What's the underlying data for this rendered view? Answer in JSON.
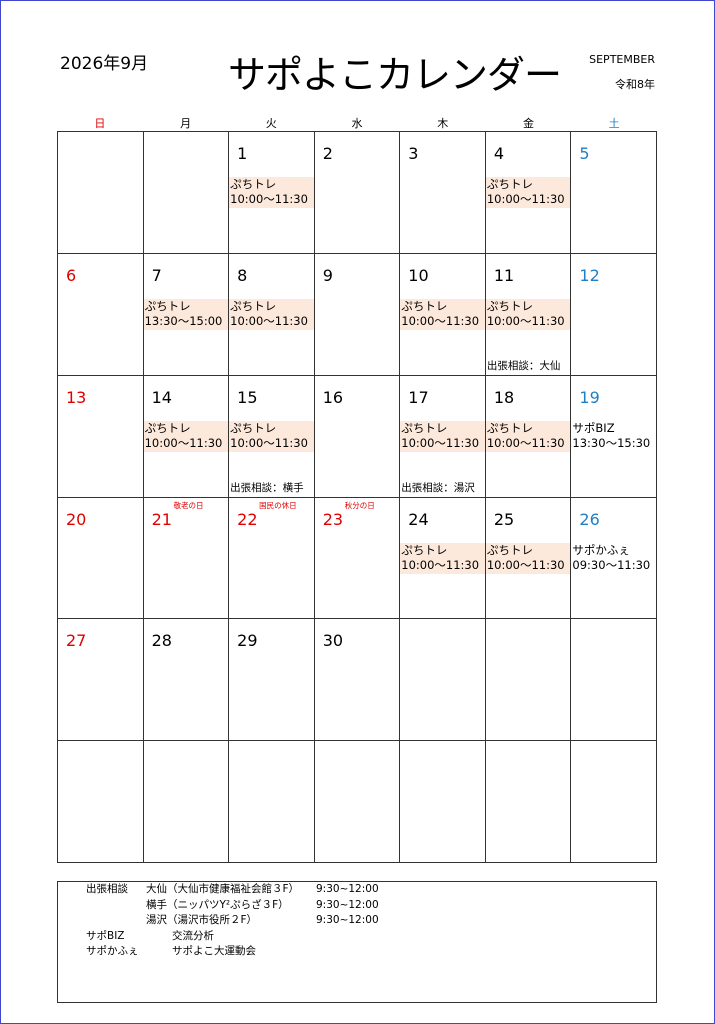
{
  "header": {
    "year_month": "2026年9月",
    "title": "サポよこカレンダー",
    "month_en": "SEPTEMBER",
    "era": "令和8年"
  },
  "weekdays": [
    "日",
    "月",
    "火",
    "水",
    "木",
    "金",
    "土"
  ],
  "colors": {
    "sunday": "#e00000",
    "saturday": "#1f7fc4",
    "event_bg": "#fde9dc",
    "frame": "#3f48cc"
  },
  "calendar": {
    "weeks": [
      [
        {
          "day": ""
        },
        {
          "day": ""
        },
        {
          "day": "1",
          "event": [
            "ぷちトレ",
            "10:00～11:30"
          ]
        },
        {
          "day": "2"
        },
        {
          "day": "3"
        },
        {
          "day": "4",
          "event": [
            "ぷちトレ",
            "10:00～11:30"
          ]
        },
        {
          "day": "5"
        }
      ],
      [
        {
          "day": "6"
        },
        {
          "day": "7",
          "event": [
            "ぷちトレ",
            "13:30～15:00"
          ]
        },
        {
          "day": "8",
          "event": [
            "ぷちトレ",
            "10:00～11:30"
          ]
        },
        {
          "day": "9"
        },
        {
          "day": "10",
          "event": [
            "ぷちトレ",
            "10:00～11:30"
          ]
        },
        {
          "day": "11",
          "event": [
            "ぷちトレ",
            "10:00～11:30"
          ],
          "note": "出張相談：大仙"
        },
        {
          "day": "12"
        }
      ],
      [
        {
          "day": "13"
        },
        {
          "day": "14",
          "event": [
            "ぷちトレ",
            "10:00～11:30"
          ]
        },
        {
          "day": "15",
          "event": [
            "ぷちトレ",
            "10:00～11:30"
          ],
          "note": "出張相談：横手"
        },
        {
          "day": "16"
        },
        {
          "day": "17",
          "event": [
            "ぷちトレ",
            "10:00～11:30"
          ],
          "note": "出張相談：湯沢"
        },
        {
          "day": "18",
          "event": [
            "ぷちトレ",
            "10:00～11:30"
          ]
        },
        {
          "day": "19",
          "event2": [
            "サポBIZ",
            "13:30～15:30"
          ]
        }
      ],
      [
        {
          "day": "20"
        },
        {
          "day": "21",
          "holiday": "敬老の日"
        },
        {
          "day": "22",
          "holiday": "国民の休日"
        },
        {
          "day": "23",
          "holiday": "秋分の日"
        },
        {
          "day": "24",
          "event": [
            "ぷちトレ",
            "10:00～11:30"
          ]
        },
        {
          "day": "25",
          "event": [
            "ぷちトレ",
            "10:00～11:30"
          ]
        },
        {
          "day": "26",
          "event2": [
            "サポかふぇ",
            "09:30～11:30"
          ]
        }
      ],
      [
        {
          "day": "27"
        },
        {
          "day": "28"
        },
        {
          "day": "29"
        },
        {
          "day": "30"
        },
        {
          "day": ""
        },
        {
          "day": ""
        },
        {
          "day": ""
        }
      ],
      [
        {
          "day": ""
        },
        {
          "day": ""
        },
        {
          "day": ""
        },
        {
          "day": ""
        },
        {
          "day": ""
        },
        {
          "day": ""
        },
        {
          "day": ""
        }
      ]
    ]
  },
  "legend": {
    "trip_label": "出張相談",
    "trip_rows": [
      {
        "place": "大仙（大仙市健康福祉会館３F）",
        "time": "9:30~12:00"
      },
      {
        "place": "横手（ニッパツY²ぷらざ３F）",
        "time": "9:30~12:00"
      },
      {
        "place": "湯沢（湯沢市役所２F）",
        "time": "9:30~12:00"
      }
    ],
    "biz_label": "サポBIZ",
    "biz_desc": "交流分析",
    "cafe_label": "サポかふぇ",
    "cafe_desc": "サポよこ大運動会"
  }
}
